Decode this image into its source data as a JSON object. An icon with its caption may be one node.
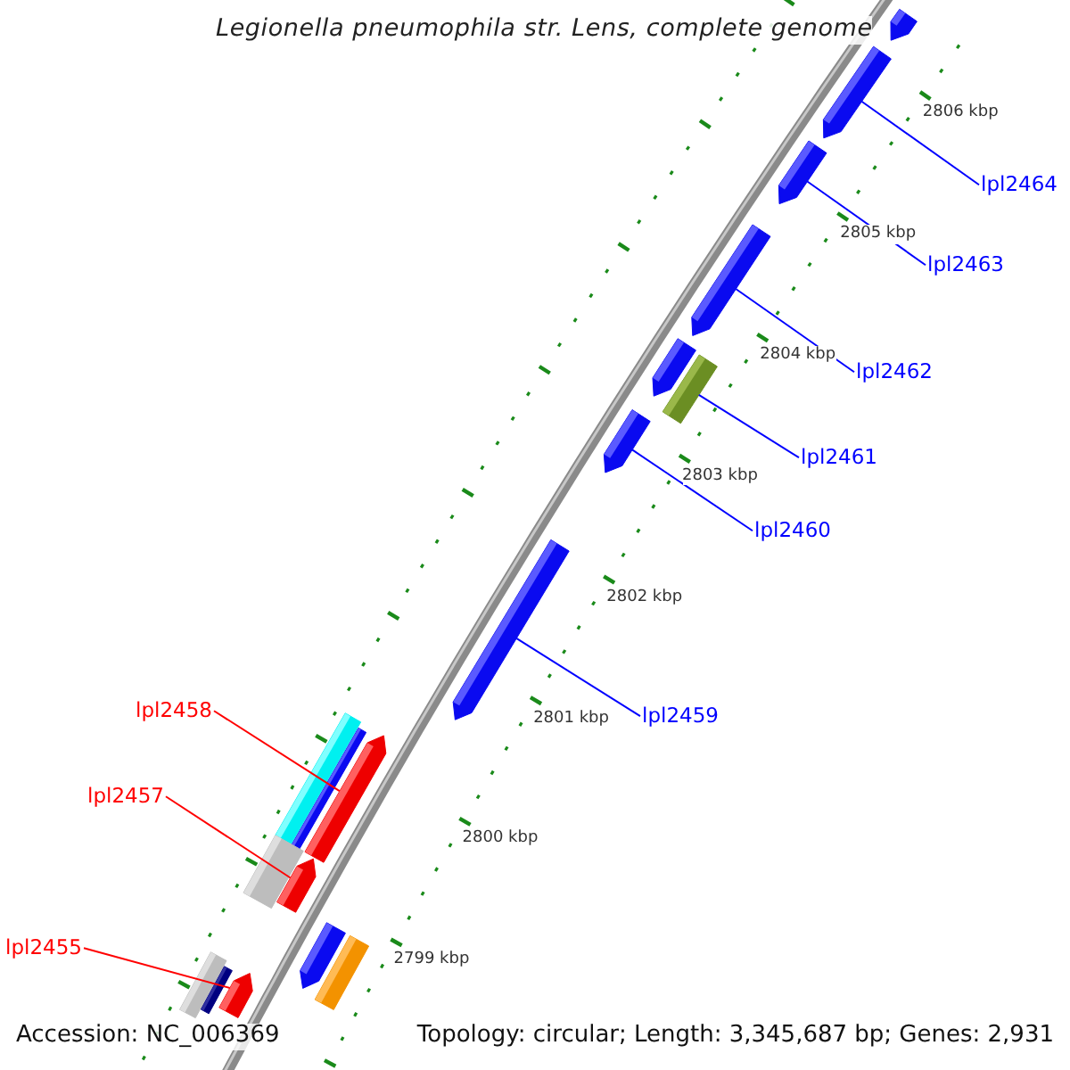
{
  "diagram": {
    "title": "Legionella pneumophila str. Lens, complete genome",
    "nodes": [
      {
        "text": [
          "lpl2464"
        ]
      },
      {
        "text": [
          "lpl2463"
        ]
      },
      {
        "text": [
          "lpl2462"
        ]
      },
      {
        "text": [
          "lpl2461"
        ]
      },
      {
        "text": [
          "lpl2460"
        ]
      },
      {
        "text": [
          "lpl2459"
        ]
      },
      {
        "text": [
          "lpl2458"
        ]
      },
      {
        "text": [
          "lpl2457"
        ]
      },
      {
        "text": [
          "lpl2455"
        ]
      },
      {
        "text": [],
        "shape": "arrow"
      },
      {
        "text": [],
        "shape": "arrow"
      },
      {
        "text": [],
        "shape": "arrow"
      },
      {
        "text": [],
        "shape": "arrow"
      },
      {
        "text": [],
        "shape": "arrow"
      },
      {
        "text": [],
        "shape": "bar"
      },
      {
        "text": [],
        "shape": "arrow"
      },
      {
        "text": [],
        "shape": "arrow"
      },
      {
        "text": [],
        "shape": "bar"
      },
      {
        "text": [],
        "shape": "bar"
      },
      {
        "text": [],
        "shape": "arrow"
      },
      {
        "text": [],
        "shape": "bar"
      },
      {
        "text": [],
        "shape": "arrow"
      },
      {
        "text": [],
        "shape": "arrow"
      },
      {
        "text": [],
        "shape": "bar"
      },
      {
        "text": [],
        "shape": "bar"
      },
      {
        "text": [],
        "shape": "bar"
      },
      {
        "text": [],
        "shape": "arrow"
      }
    ],
    "edges": [
      {
        "from": 0,
        "to": 10,
        "arrow": "none"
      },
      {
        "from": 1,
        "to": 11,
        "arrow": "none"
      },
      {
        "from": 2,
        "to": 12,
        "arrow": "none"
      },
      {
        "from": 3,
        "to": 14,
        "arrow": "none"
      },
      {
        "from": 4,
        "to": 15,
        "arrow": "none"
      },
      {
        "from": 5,
        "to": 16,
        "arrow": "none"
      },
      {
        "from": 6,
        "to": 19,
        "arrow": "none",
        "color": "#ff0000"
      },
      {
        "from": 7,
        "to": 21,
        "arrow": "none",
        "color": "#ff0000"
      },
      {
        "from": 8,
        "to": 26,
        "arrow": "none",
        "color": "#ff0000"
      }
    ],
    "labels": [
      "2806 kbp",
      "2805 kbp",
      "2804 kbp",
      "2803 kbp",
      "2802 kbp",
      "2801 kbp",
      "2800 kbp",
      "2799 kbp",
      "Accession: NC_006369",
      "Topology: circular; Length: 3,345,687 bp; Genes: 2,931"
    ]
  }
}
